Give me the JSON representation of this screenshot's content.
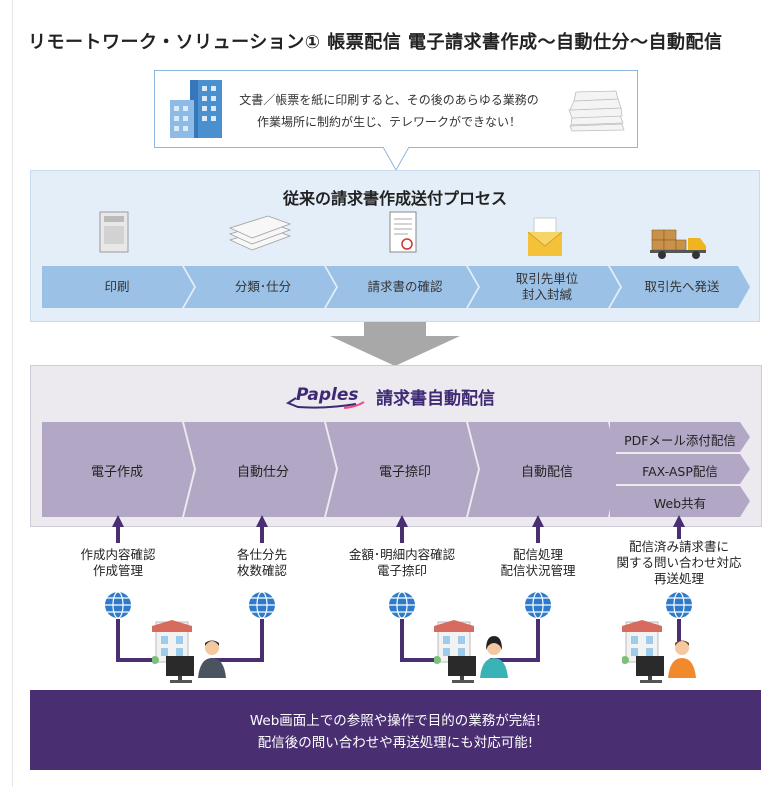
{
  "title": "リモートワーク・ソリューション① 帳票配信 電子請求書作成〜自動仕分〜自動配信",
  "callout": {
    "line1": "文書／帳票を紙に印刷すると、その後のあらゆる業務の",
    "line2": "作業場所に制約が生じ、テレワークができない！"
  },
  "traditional": {
    "title": "従来の請求書作成送付プロセス",
    "steps": [
      {
        "label": "印刷",
        "icon": "printer-icon"
      },
      {
        "label": "分類･仕分",
        "icon": "paper-stack-icon"
      },
      {
        "label": "請求書の確認",
        "icon": "invoice-icon"
      },
      {
        "label_line1": "取引先単位",
        "label_line2": "封入封緘",
        "icon": "envelope-icon"
      },
      {
        "label": "取引先へ発送",
        "icon": "truck-icon"
      }
    ],
    "colors": {
      "step": "#9cc1e6",
      "box": "#e3eef8"
    }
  },
  "paples": {
    "logo": "Paples",
    "title": "請求書自動配信",
    "steps": [
      "電子作成",
      "自動仕分",
      "電子捺印",
      "自動配信"
    ],
    "channels": [
      "PDFメール添付配信",
      "FAX-ASP配信",
      "Web共有"
    ],
    "colors": {
      "step": "#b2a7c5",
      "brand": "#3e2a74"
    }
  },
  "captions": [
    {
      "line1": "作成内容確認",
      "line2": "作成管理"
    },
    {
      "line1": "各仕分先",
      "line2": "枚数確認"
    },
    {
      "line1": "金額･明細内容確認",
      "line2": "電子捺印"
    },
    {
      "line1": "配信処理",
      "line2": "配信状況管理"
    },
    {
      "line1": "配信済み請求書に",
      "line2": "関する問い合わせ対応",
      "line3": "再送処理"
    }
  ],
  "bottom": {
    "line1": "Web画面上での参照や操作で目的の業務が完結!",
    "line2": "配信後の問い合わせや再送処理にも対応可能!"
  }
}
